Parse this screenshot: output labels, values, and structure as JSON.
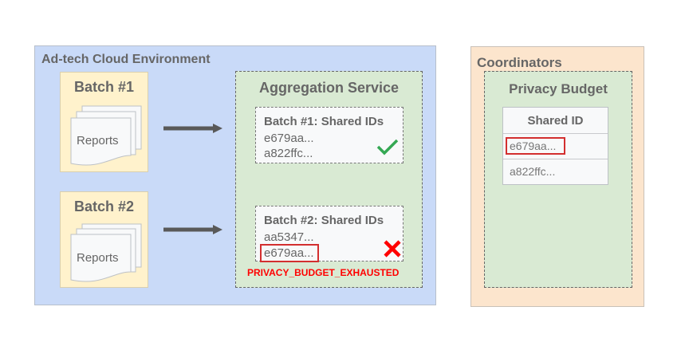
{
  "environment": {
    "title": "Ad-tech Cloud Environment"
  },
  "batches": [
    {
      "title": "Batch #1",
      "reports_label": "Reports"
    },
    {
      "title": "Batch #2",
      "reports_label": "Reports"
    }
  ],
  "aggregation": {
    "title": "Aggregation Service",
    "groups": [
      {
        "title": "Batch #1: Shared IDs",
        "ids": [
          "e679aa...",
          "a822ffc..."
        ],
        "status_icon": "check-icon",
        "status_color": "#34a853"
      },
      {
        "title": "Batch #2: Shared IDs",
        "ids": [
          "aa5347...",
          "e679aa..."
        ],
        "highlighted": "e679aa...",
        "status_icon": "x-icon",
        "status_color": "#ff0000"
      }
    ],
    "error": "PRIVACY_BUDGET_EXHAUSTED"
  },
  "coordinators": {
    "title": "Coordinators",
    "privacy_budget": {
      "title": "Privacy Budget",
      "table": {
        "header": "Shared ID",
        "rows": [
          "e679aa...",
          "a822ffc..."
        ],
        "highlighted": "e679aa..."
      }
    }
  },
  "colors": {
    "environment": "#c9daf8",
    "batch": "#fff2cc",
    "service": "#d9ead3",
    "coordinators": "#fce5cd",
    "highlight": "#d32f2f",
    "arrow": "#595959"
  }
}
